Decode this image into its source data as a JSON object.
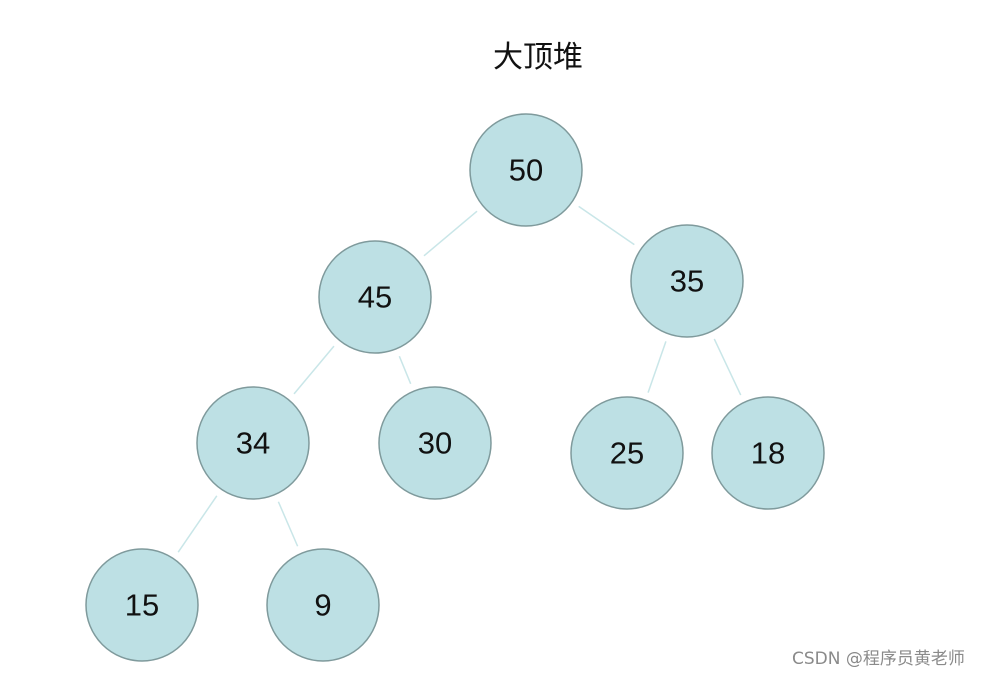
{
  "diagram": {
    "title": "大顶堆",
    "type": "max-heap binary tree",
    "nodes": [
      {
        "id": "n0",
        "label": "50"
      },
      {
        "id": "n1",
        "label": "45"
      },
      {
        "id": "n2",
        "label": "35"
      },
      {
        "id": "n3",
        "label": "34"
      },
      {
        "id": "n4",
        "label": "30"
      },
      {
        "id": "n5",
        "label": "25"
      },
      {
        "id": "n6",
        "label": "18"
      },
      {
        "id": "n7",
        "label": "15"
      },
      {
        "id": "n8",
        "label": "9"
      }
    ],
    "edges": [
      {
        "from": "n0",
        "to": "n1"
      },
      {
        "from": "n0",
        "to": "n2"
      },
      {
        "from": "n1",
        "to": "n3"
      },
      {
        "from": "n1",
        "to": "n4"
      },
      {
        "from": "n2",
        "to": "n5"
      },
      {
        "from": "n2",
        "to": "n6"
      },
      {
        "from": "n3",
        "to": "n7"
      },
      {
        "from": "n3",
        "to": "n8"
      }
    ],
    "colors": {
      "node_fill": "#bde0e4",
      "node_stroke": "#7f9a9c",
      "edge": "#c9e6e8",
      "text": "#111111"
    }
  },
  "watermark": "CSDN @程序员黄老师"
}
